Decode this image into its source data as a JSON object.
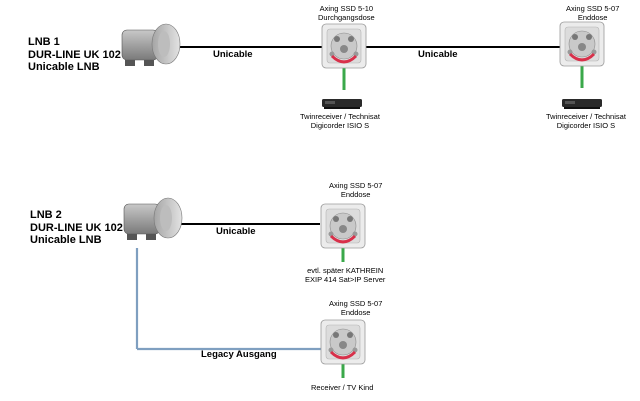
{
  "lnb1": {
    "lines": [
      "LNB 1",
      "DUR-LINE UK 102",
      "Unicable LNB"
    ]
  },
  "lnb2": {
    "lines": [
      "LNB 2",
      "DUR-LINE UK 102",
      "Unicable LNB"
    ]
  },
  "cables": {
    "unicable": "Unicable",
    "legacy": "Legacy Ausgang"
  },
  "sockets": {
    "s1": [
      "Axing SSD 5-10",
      "Durchgangsdose"
    ],
    "s2": [
      "Axing SSD 5-07",
      "Enddose"
    ],
    "s3": [
      "Axing SSD 5-07",
      "Enddose"
    ],
    "s4": [
      "Axing SSD 5-07",
      "Enddose"
    ]
  },
  "receivers": {
    "r1": [
      "Twinreceiver / Technisat",
      "Digicorder ISIO S"
    ],
    "r2": [
      "Twinreceiver / Technisat",
      "Digicorder ISIO S"
    ],
    "r3": [
      "evtl. später KATHREIN",
      "EXIP 414 Sat>IP Server"
    ],
    "r4": [
      "Receiver / TV Kind"
    ]
  },
  "colors": {
    "unicable_cable": "#000000",
    "legacy_cable": "#7f9fc0",
    "green_cable": "#3aa84a",
    "red_cable": "#d8304a"
  },
  "icons": {
    "lnb": "lnb-icon",
    "socket": "antenna-socket-icon",
    "receiver": "receiver-icon"
  }
}
